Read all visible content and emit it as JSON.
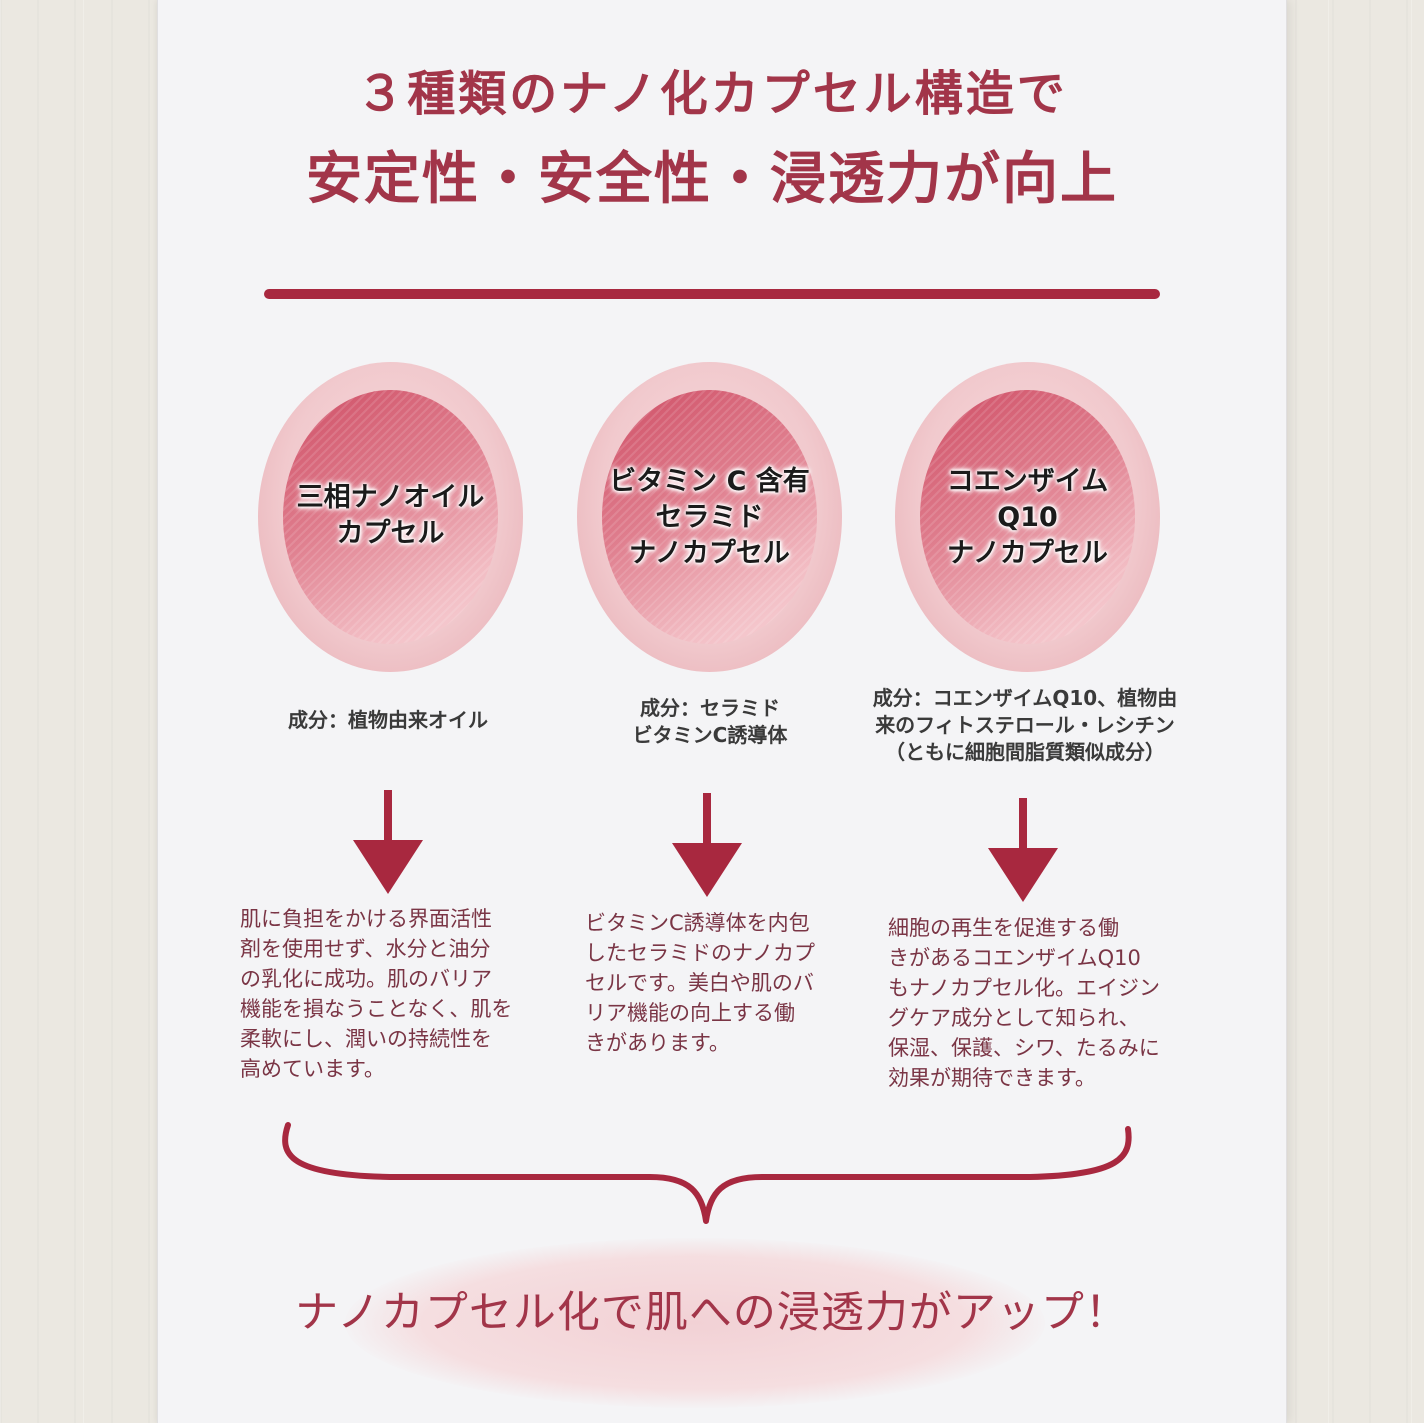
{
  "title": {
    "line1": "３種類のナノ化カプセル構造で",
    "line2": "安定性・安全性・浸透力が向上"
  },
  "capsules": [
    {
      "label_lines": [
        "三相ナノオイル",
        "カプセル"
      ],
      "ingredient_lines": [
        "成分：植物由来オイル"
      ],
      "description_lines": [
        "肌に負担をかける界面活性",
        "剤を使用せず、水分と油分",
        "の乳化に成功。肌のバリア",
        "機能を損なうことなく、肌を",
        "柔軟にし、潤いの持続性を",
        "高めています。"
      ]
    },
    {
      "label_lines": [
        "ビタミン C 含有",
        "セラミド",
        "ナノカプセル"
      ],
      "ingredient_lines": [
        "成分：セラミド",
        "ビタミンC誘導体"
      ],
      "description_lines": [
        "ビタミンC誘導体を内包",
        "したセラミドのナノカプ",
        "セルです。美白や肌のバ",
        "リア機能の向上する働",
        "きがあります。"
      ]
    },
    {
      "label_lines": [
        "コエンザイム",
        "Q10",
        "ナノカプセル"
      ],
      "ingredient_lines": [
        "成分：コエンザイムQ10、植物由",
        "来のフィトステロール・レシチン",
        "（ともに細胞間脂質類似成分）"
      ],
      "description_lines": [
        "細胞の再生を促進する働",
        "きがあるコエンザイムQ10",
        "もナノカプセル化。エイジン",
        "グケア成分として知られ、",
        "保湿、保護、シワ、たるみに",
        "効果が期待できます。"
      ]
    }
  ],
  "conclusion": "ナノカプセル化で肌への浸透力がアップ！",
  "colors": {
    "accent": "#a23549",
    "rule": "#a8283f",
    "paper": "#f4f4f6",
    "background": "#ebe8e1"
  }
}
